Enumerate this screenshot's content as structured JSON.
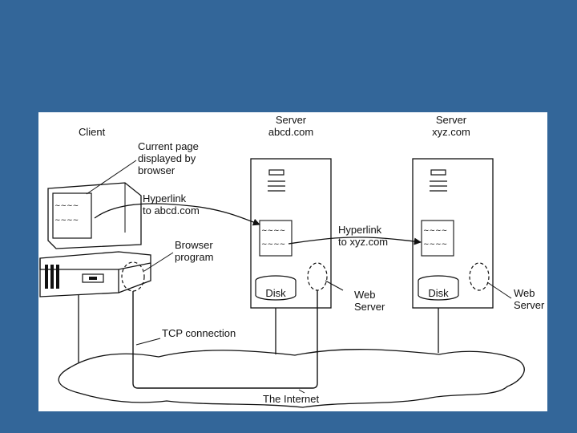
{
  "diagram": {
    "client_label": "Client",
    "current_page_label": "Current page\ndisplayed by\nbrowser",
    "hyperlink_abcd_label": "Hyperlink\nto abcd.com",
    "browser_program_label": "Browser\nprogram",
    "server_abcd_label": "Server\nabcd.com",
    "server_xyz_label": "Server\nxyz.com",
    "hyperlink_xyz_label": "Hyperlink\nto xyz.com",
    "disk_label_1": "Disk",
    "disk_label_2": "Disk",
    "web_server_label_1": "Web\nServer",
    "web_server_label_2": "Web\nServer",
    "tcp_label": "TCP connection",
    "internet_label": "The Internet"
  },
  "colors": {
    "background": "#336699",
    "panel": "#ffffff",
    "line": "#111111"
  }
}
